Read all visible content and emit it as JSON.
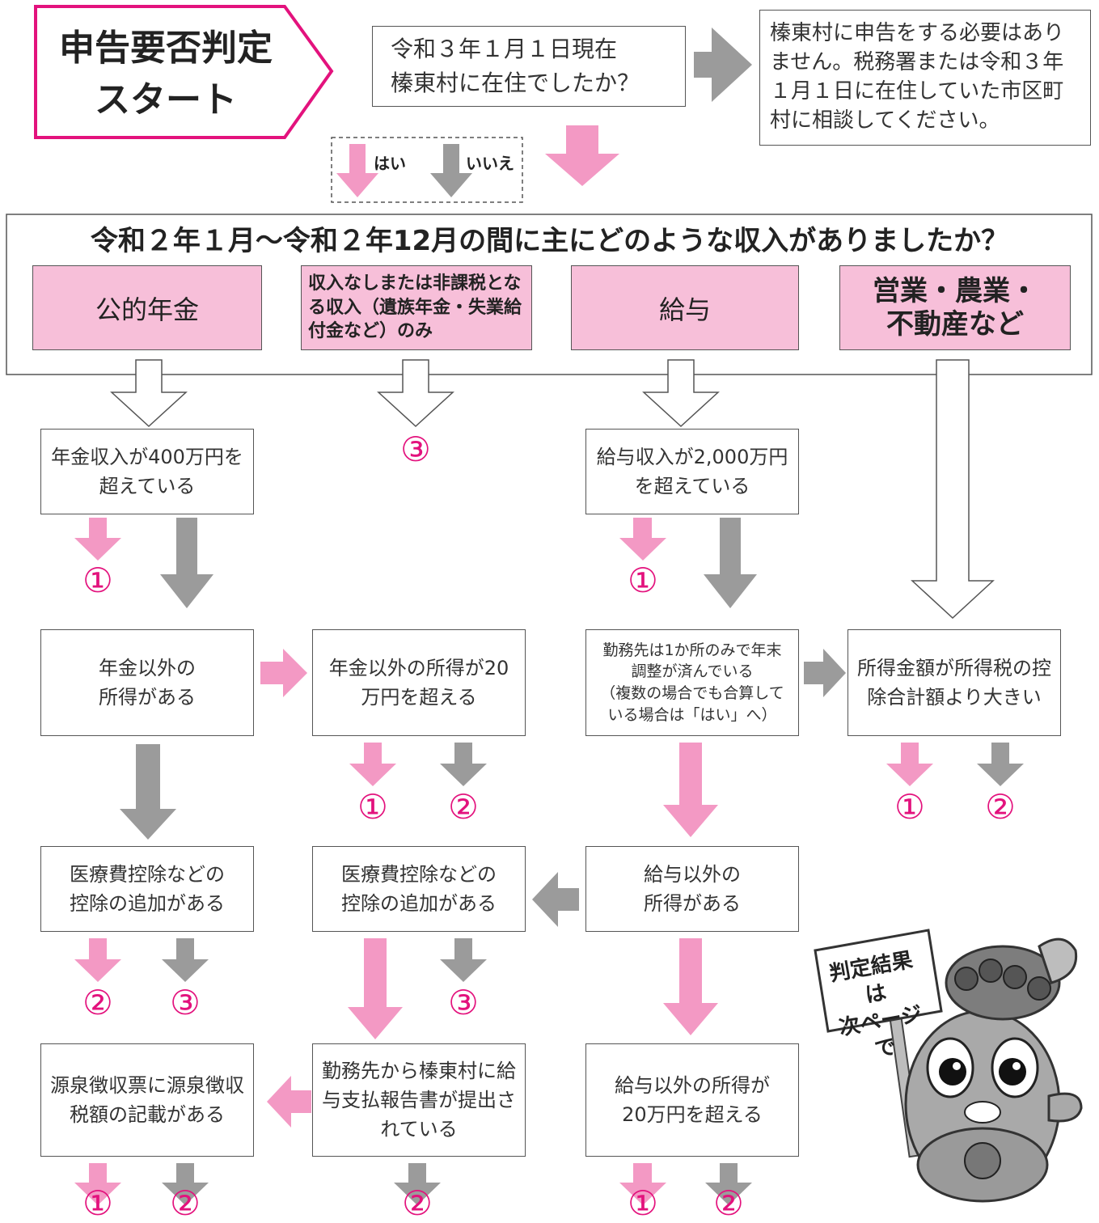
{
  "start": {
    "label": "申告要否判定\nスタート"
  },
  "q_residence": "令和３年１月１日現在\n榛東村に在住でしたか？",
  "no_residence_message": "榛東村に申告をする必要はありません。税務署または令和３年１月１日に在住していた市区町村に相談してください。",
  "legend": {
    "yes": "はい",
    "no": "いいえ"
  },
  "income_question": "令和２年１月～令和２年12月の間に主にどのような収入がありましたか？",
  "categories": [
    "公的年金",
    "収入なしまたは非課税となる収入（遺族年金・失業給付金など）のみ",
    "給与",
    "営業・農業・\n不動産など"
  ],
  "boxes": {
    "pension_over": "年金収入が400万円を\n超えている",
    "salary_over": "給与収入が2,000万円\nを超えている",
    "pension_other_income": "年金以外の\n所得がある",
    "pension_other_over20": "年金以外の所得が20\n万円を超える",
    "employer_adjusted": "勤務先は1か所のみで年末\n調整が済んでいる\n（複数の場合でも合算して\nいる場合は「はい」へ）",
    "income_vs_deduction": "所得金額が所得税の控\n除合計額より大きい",
    "medical_deduction_a": "医療費控除などの\n控除の追加がある",
    "medical_deduction_b": "医療費控除などの\n控除の追加がある",
    "salary_other_income": "給与以外の\n所得がある",
    "withholding_slip": "源泉徴収票に源泉徴収\n税額の記載がある",
    "employer_report": "勤務先から榛東村に給\n与支払報告書が提出さ\nれている",
    "salary_other_over20": "給与以外の所得が\n20万円を超える"
  },
  "results": {
    "r1": "①",
    "r2": "②",
    "r3": "③"
  },
  "mascot_sign": "判定結果は\n次ページで",
  "colors": {
    "yes_arrow": "#f399c4",
    "no_arrow": "#9b9b9b",
    "accent": "#e3127d",
    "category_fill": "#f7bfd9"
  }
}
